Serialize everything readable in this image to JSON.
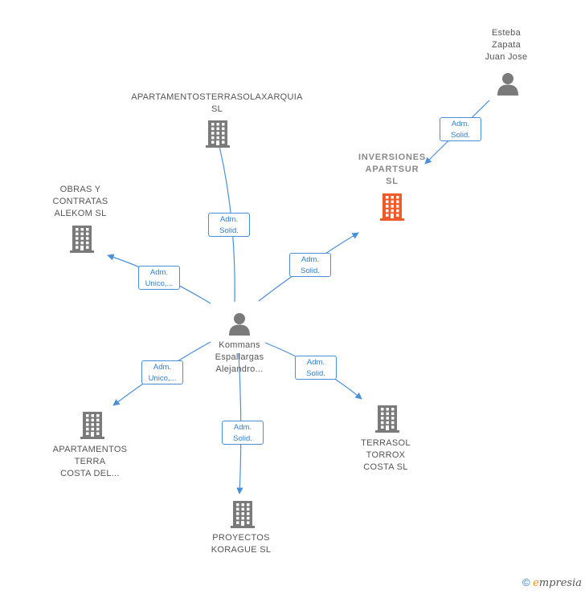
{
  "center": {
    "label": "Kommans\nEspallargas\nAlejandro..."
  },
  "nodes": [
    {
      "id": "apartamentosterrasol",
      "label": "APARTAMENTOSTERRASOLAXARQUIA\nSL",
      "type": "company"
    },
    {
      "id": "inversiones",
      "label": "INVERSIONES\nAPARTSUR\nSL",
      "type": "company-focus"
    },
    {
      "id": "obras",
      "label": "OBRAS Y\nCONTRATAS\nALEKOM SL",
      "type": "company"
    },
    {
      "id": "apartamentos-terra",
      "label": "APARTAMENTOS\nTERRA\nCOSTA DEL...",
      "type": "company"
    },
    {
      "id": "proyectos",
      "label": "PROYECTOS\nKORAGUE SL",
      "type": "company"
    },
    {
      "id": "terrasol",
      "label": "TERRASOL\nTORROX\nCOSTA SL",
      "type": "company"
    },
    {
      "id": "esteba",
      "label": "Esteba\nZapata\nJuan Jose",
      "type": "person"
    }
  ],
  "relations": [
    {
      "id": "rel-apartamentosterrasol",
      "label": "Adm.\nSolid."
    },
    {
      "id": "rel-inversiones",
      "label": "Adm.\nSolid."
    },
    {
      "id": "rel-obras",
      "label": "Adm.\nUnico,..."
    },
    {
      "id": "rel-apartamentos-terra",
      "label": "Adm.\nUnico,..."
    },
    {
      "id": "rel-proyectos",
      "label": "Adm.\nSolid."
    },
    {
      "id": "rel-terrasol",
      "label": "Adm.\nSolid."
    },
    {
      "id": "rel-esteba",
      "label": "Adm.\nSolid."
    }
  ],
  "colors": {
    "edge": "#4a90d9",
    "icon": "#7a7a7a",
    "focus": "#f05a28"
  },
  "footer": {
    "copyright": "©",
    "brand_first": "e",
    "brand_rest": "mpresia"
  }
}
